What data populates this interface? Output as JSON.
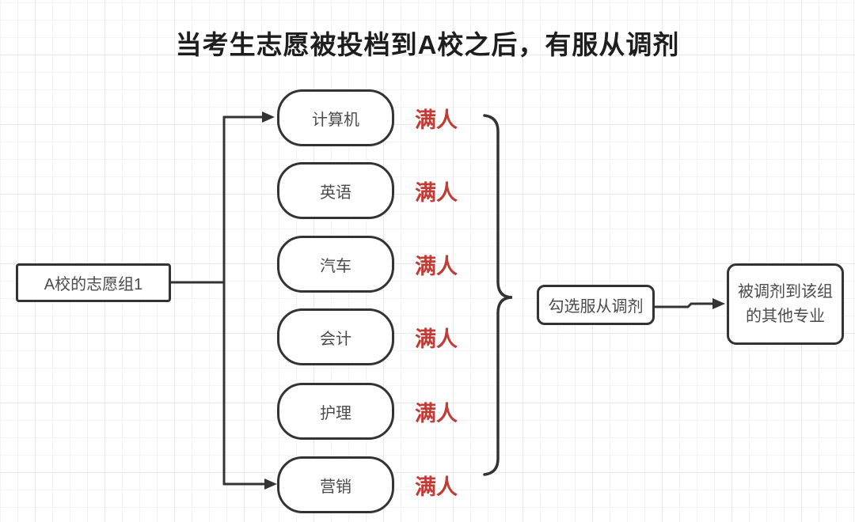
{
  "title": "当考生志愿被投档到A校之后，有服从调剂",
  "colors": {
    "background": "#ffffff",
    "line": "#333333",
    "node_border": "#333333",
    "node_text": "#4a4a4a",
    "status_red": "#c23b35"
  },
  "source_node": {
    "label": "A校的志愿组1"
  },
  "majors": [
    {
      "label": "计算机",
      "status": "满人"
    },
    {
      "label": "英语",
      "status": "满人"
    },
    {
      "label": "汽车",
      "status": "满人"
    },
    {
      "label": "会计",
      "status": "满人"
    },
    {
      "label": "护理",
      "status": "满人"
    },
    {
      "label": "营销",
      "status": "满人"
    }
  ],
  "action_node": {
    "label": "勾选服从调剂"
  },
  "result_node": {
    "label": "被调剂到该组的其他专业"
  }
}
